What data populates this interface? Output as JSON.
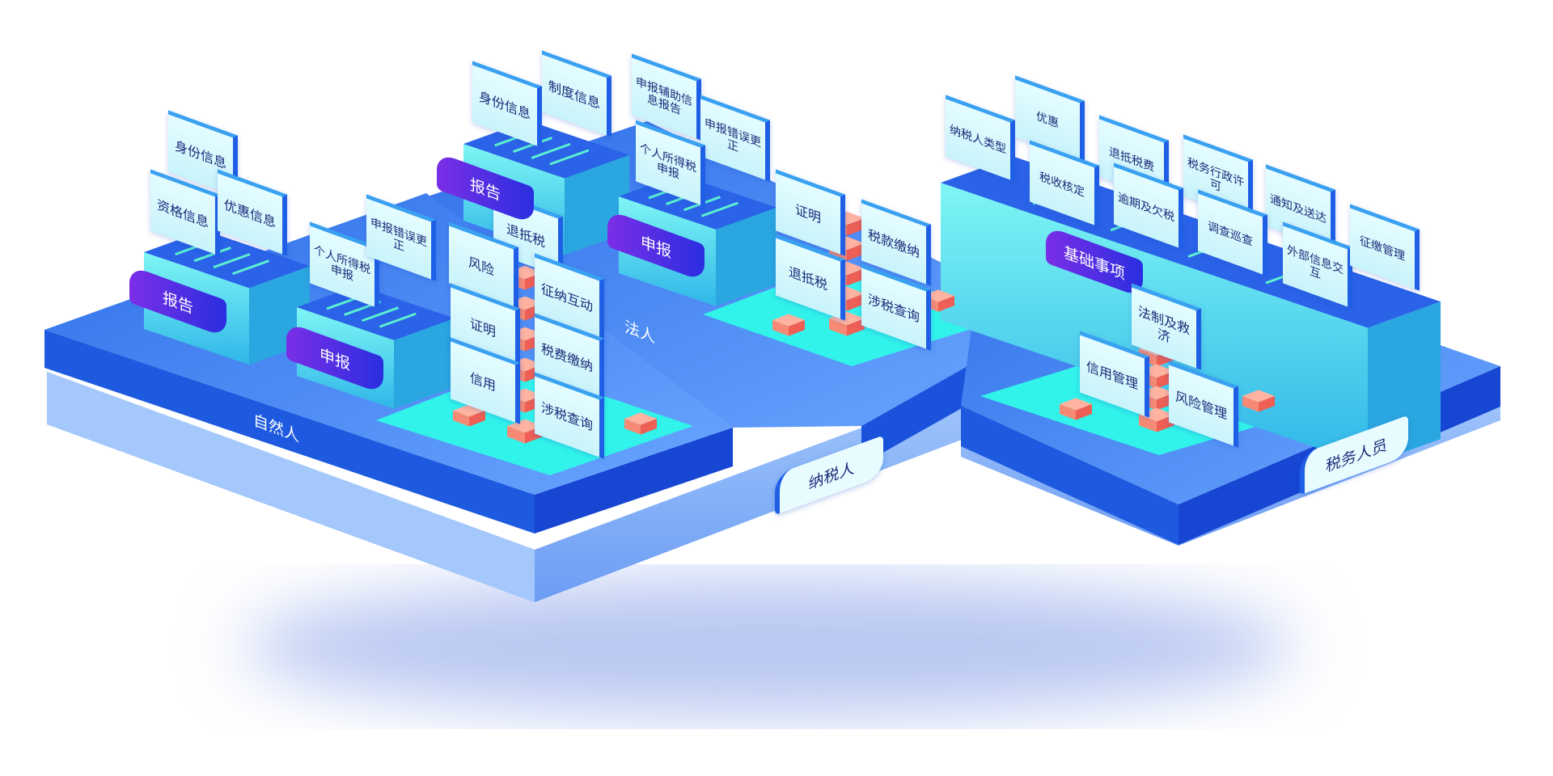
{
  "natural_person": {
    "label": "自然人",
    "report_building": {
      "label": "报告",
      "cards": [
        "身份信息",
        "资格信息",
        "优惠信息"
      ]
    },
    "declare_building": {
      "label": "申报",
      "cards": [
        "个人所得税申报",
        "申报错误更正"
      ]
    },
    "services": [
      "退抵税",
      "风险",
      "征纳互动",
      "证明",
      "税费缴纳",
      "信用",
      "涉税查询"
    ]
  },
  "legal_person": {
    "label": "法人",
    "report_building": {
      "label": "报告",
      "cards": [
        "身份信息",
        "制度信息"
      ]
    },
    "declare_building": {
      "label": "申报",
      "cards": [
        "申报辅助信息报告",
        "申报错误更正",
        "个人所得税申报"
      ]
    },
    "services": [
      "证明",
      "税款缴纳",
      "退抵税",
      "涉税查询"
    ]
  },
  "taxpayer_tag": "纳税人",
  "tax_staff": {
    "label": "税务人员",
    "base_building": {
      "label": "基础事项",
      "cards": [
        "纳税人类型",
        "优惠",
        "退抵税费",
        "税务行政许可",
        "税收核定",
        "逾期及欠税",
        "通知及送达",
        "调查巡查",
        "外部信息交互",
        "征缴管理"
      ]
    },
    "services": [
      "法制及救济",
      "信用管理",
      "风险管理"
    ]
  },
  "colors": {
    "slab_top": "#3b7ff0",
    "slab_front": "#1747d6",
    "base": "#9cc2fa",
    "green": "#31f3ea",
    "cube": "#f5806a",
    "pill": "#5a2ee6"
  }
}
